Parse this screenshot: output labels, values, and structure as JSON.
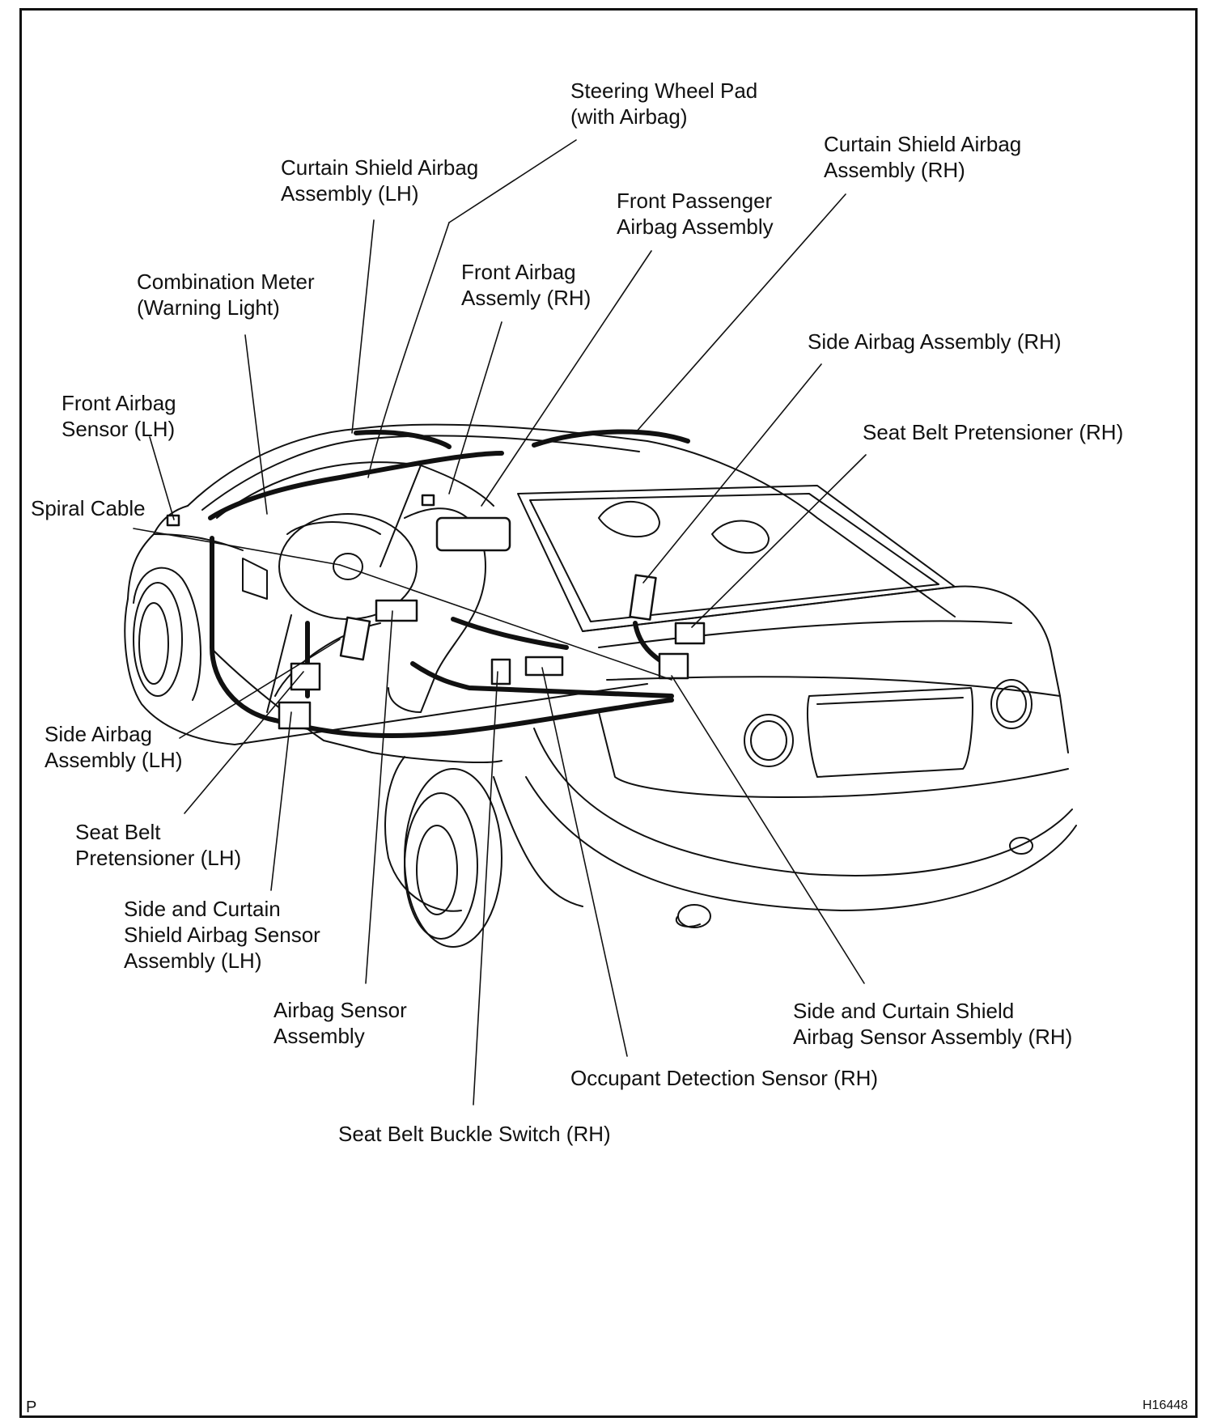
{
  "labels": {
    "steering_wheel_pad": [
      "Steering Wheel Pad",
      "(with Airbag)"
    ],
    "curtain_shield_lh": [
      "Curtain Shield Airbag",
      "Assembly (LH)"
    ],
    "curtain_shield_rh": [
      "Curtain Shield Airbag",
      "Assembly (RH)"
    ],
    "front_passenger_airbag": [
      "Front Passenger",
      "Airbag Assembly"
    ],
    "front_airbag_rh": [
      "Front Airbag",
      "Assemly (RH)"
    ],
    "combination_meter": [
      "Combination Meter",
      "(Warning Light)"
    ],
    "side_airbag_rh": [
      "Side Airbag Assembly (RH)"
    ],
    "front_airbag_sensor_lh": [
      "Front Airbag",
      "Sensor (LH)"
    ],
    "seat_belt_pretensioner_rh": [
      "Seat Belt Pretensioner (RH)"
    ],
    "spiral_cable": [
      "Spiral Cable"
    ],
    "side_airbag_lh": [
      "Side Airbag",
      "Assembly (LH)"
    ],
    "seat_belt_pretensioner_lh": [
      "Seat Belt",
      "Pretensioner (LH)"
    ],
    "side_curtain_sensor_lh": [
      "Side and Curtain",
      "Shield Airbag Sensor",
      "Assembly (LH)"
    ],
    "airbag_sensor_assembly": [
      "Airbag Sensor",
      "Assembly"
    ],
    "side_curtain_sensor_rh": [
      "Side and Curtain Shield",
      "Airbag Sensor Assembly (RH)"
    ],
    "occupant_detection_sensor": [
      "Occupant Detection Sensor (RH)"
    ],
    "seat_belt_buckle_switch": [
      "Seat Belt Buckle Switch (RH)"
    ]
  },
  "corner_left": "P",
  "corner_right": "H16448"
}
